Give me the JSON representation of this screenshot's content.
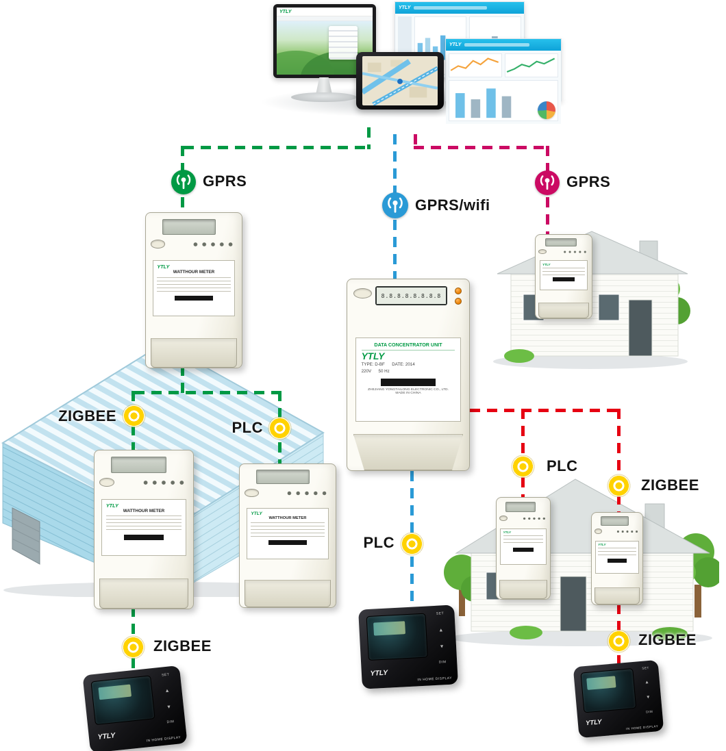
{
  "connections": {
    "gprs_left": {
      "label": "GPRS"
    },
    "gprs_center": {
      "label": "GPRS/wifi"
    },
    "gprs_right": {
      "label": "GPRS"
    },
    "zigbee_warehouse": {
      "label": "ZIGBEE"
    },
    "plc_warehouse": {
      "label": "PLC"
    },
    "plc_house": {
      "label": "PLC"
    },
    "zigbee_house": {
      "label": "ZIGBEE"
    },
    "plc_center": {
      "label": "PLC"
    },
    "zigbee_bottom_left": {
      "label": "ZIGBEE"
    },
    "zigbee_bottom_right": {
      "label": "ZIGBEE"
    }
  },
  "colors": {
    "green_line": "#009944",
    "blue_line": "#2a9ad6",
    "magenta_line": "#cb0a63",
    "red_line": "#e60012",
    "node_yellow": "#ffd200",
    "brand_green": "#019a44",
    "header_cyan": "#14aadb"
  },
  "devices": {
    "meter": {
      "brand": "YTLY",
      "title": "WATTHOUR METER"
    },
    "concentrator": {
      "brand": "YTLY",
      "title": "DATA CONCENTRATOR UNIT",
      "display": "8.8.8.8.8.8.8.8",
      "spec_line1": "TYPE: D-BF      DATE: 2014",
      "spec_line2": "220V      50 Hz",
      "maker": "ZHEJIANG YONGTAILONG ELECTRONIC CO., LTD.",
      "origin": "MADE IN CHINA"
    },
    "ihd": {
      "brand": "YTLY",
      "title": "IN HOME DISPLAY",
      "btn_set": "SET",
      "btn_dim": "DIM"
    },
    "monitor": {
      "brand": "YTLY"
    },
    "dashboard": {
      "brand": "YTLY"
    }
  }
}
